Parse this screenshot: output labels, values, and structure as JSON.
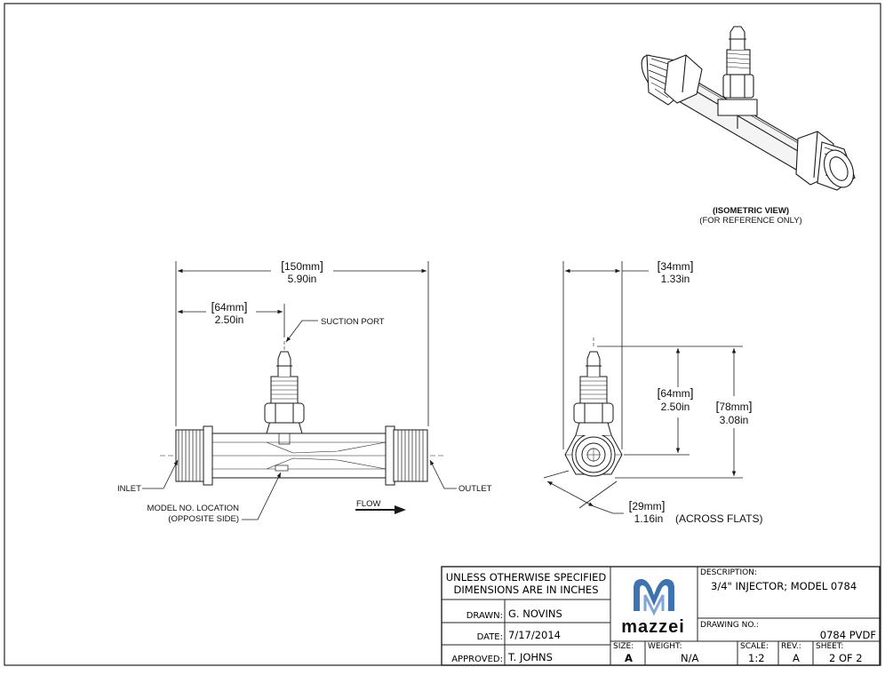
{
  "views": {
    "isometric": {
      "title": "(ISOMETRIC VIEW)",
      "note": "(FOR REFERENCE ONLY)"
    },
    "front": {
      "overall_length": {
        "mm": "150mm",
        "in": "5.90in"
      },
      "port_offset": {
        "mm": "64mm",
        "in": "2.50in"
      },
      "labels": {
        "suction_port": "SUCTION PORT",
        "inlet": "INLET",
        "outlet": "OUTLET",
        "model_no_1": "MODEL NO. LOCATION",
        "model_no_2": "(OPPOSITE SIDE)",
        "flow": "FLOW"
      }
    },
    "side": {
      "width": {
        "mm": "34mm",
        "in": "1.33in"
      },
      "port_height": {
        "mm": "64mm",
        "in": "2.50in"
      },
      "overall_height": {
        "mm": "78mm",
        "in": "3.08in"
      },
      "across_flats": {
        "mm": "29mm",
        "in": "1.16in",
        "note": "(ACROSS FLATS)"
      }
    }
  },
  "title_block": {
    "unless_line1": "UNLESS OTHERWISE SPECIFIED",
    "unless_line2": "DIMENSIONS ARE IN INCHES",
    "drawn_label": "DRAWN:",
    "drawn_value": "G. NOVINS",
    "date_label": "DATE:",
    "date_value": "7/17/2014",
    "approved_label": "APPROVED:",
    "approved_value": "T. JOHNS",
    "logo_text": "mazzei",
    "description_label": "DESCRIPTION:",
    "description_value": "3/4\" INJECTOR; MODEL 0784",
    "drawing_no_label": "DRAWING NO.:",
    "drawing_no_value": "0784 PVDF",
    "size_label": "SIZE:",
    "size_value": "A",
    "weight_label": "WEIGHT:",
    "weight_value": "N/A",
    "scale_label": "SCALE:",
    "scale_value": "1:2",
    "rev_label": "REV.:",
    "rev_value": "A",
    "sheet_label": "SHEET:",
    "sheet_value": "2 OF 2"
  },
  "colors": {
    "line": "#1a1a1a",
    "logo_blue": "#3d73b0",
    "part_fill": "#ffffff"
  }
}
